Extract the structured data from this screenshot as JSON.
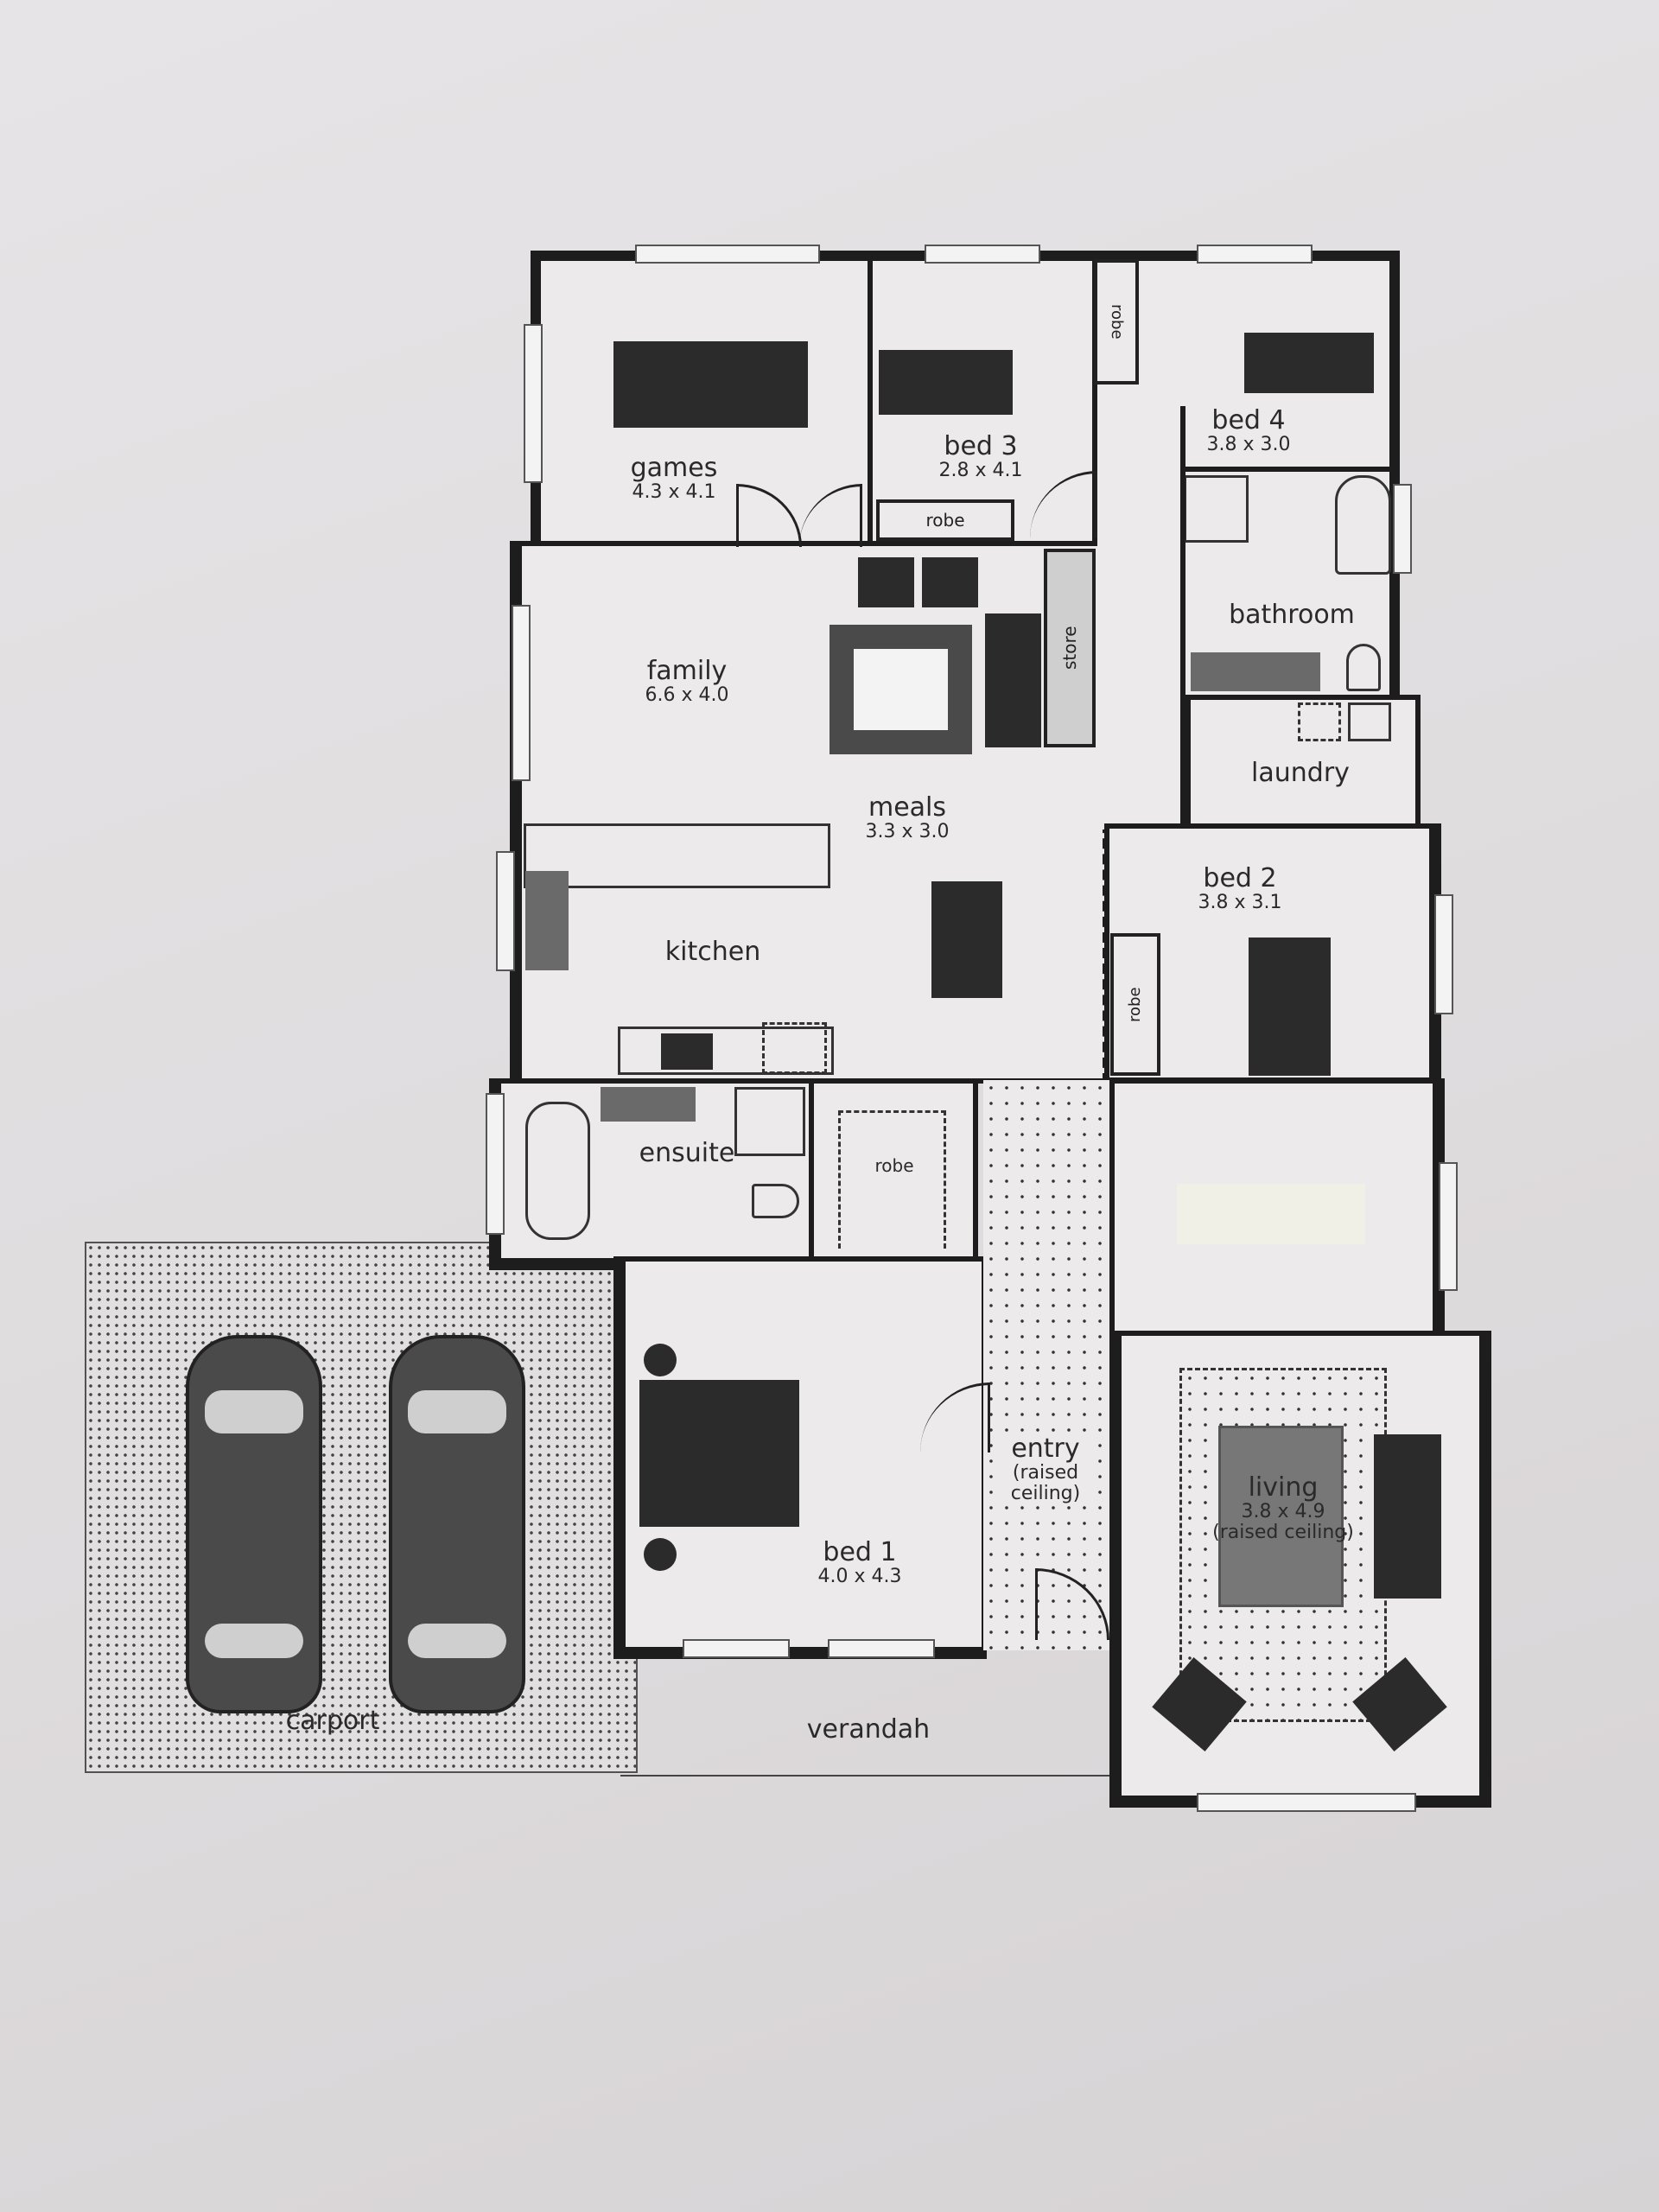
{
  "rooms": {
    "games": {
      "name": "games",
      "dim": "4.3 x 4.1"
    },
    "bed3": {
      "name": "bed 3",
      "dim": "2.8 x 4.1"
    },
    "bed4": {
      "name": "bed 4",
      "dim": "3.8 x 3.0"
    },
    "bathroom": {
      "name": "bathroom"
    },
    "family": {
      "name": "family",
      "dim": "6.6 x 4.0"
    },
    "meals": {
      "name": "meals",
      "dim": "3.3 x 3.0"
    },
    "store": {
      "name": "store"
    },
    "laundry": {
      "name": "laundry"
    },
    "bed2": {
      "name": "bed 2",
      "dim": "3.8 x 3.1"
    },
    "kitchen": {
      "name": "kitchen"
    },
    "ensuite": {
      "name": "ensuite"
    },
    "bed1": {
      "name": "bed 1",
      "dim": "4.0 x 4.3"
    },
    "entry": {
      "name": "entry",
      "note": "(raised ceiling)"
    },
    "living": {
      "name": "living",
      "dim": "3.8 x 4.9",
      "note": "(raised ceiling)"
    },
    "carport": {
      "name": "carport"
    },
    "verandah": {
      "name": "verandah"
    }
  },
  "robes": {
    "bed3": "robe",
    "bed4": "robe",
    "bed2": "robe",
    "bed1": "robe"
  },
  "colors": {
    "wall": "#1d1d1d",
    "paper": "#e4e1e3"
  }
}
